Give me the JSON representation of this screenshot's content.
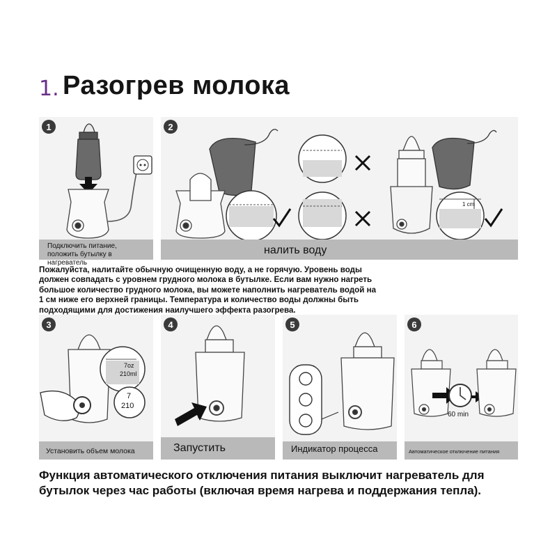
{
  "title": {
    "number": "1.",
    "text": "Разогрев молока"
  },
  "steps": [
    {
      "badge": "1",
      "caption_line1": "Подключить питание,",
      "caption_line2": "положить бутылку в нагреватель"
    },
    {
      "badge": "2",
      "caption": "налить воду"
    },
    {
      "badge": "3",
      "caption": "Установить объем молока",
      "callout_top_line1": "7oz",
      "callout_top_line2": "210ml",
      "callout_knob_line1": "7",
      "callout_knob_line2": "210"
    },
    {
      "badge": "4",
      "caption": "Запустить"
    },
    {
      "badge": "5",
      "caption": "Индикатор процесса"
    },
    {
      "badge": "6",
      "caption": "Автоматическое отключение питания",
      "timer_label": "60 min"
    }
  ],
  "step2_detail": {
    "gap_label": "1 cm"
  },
  "paragraph": "Пожалуйста, налитайте обычную очищенную воду, а не горячую. Уровень воды должен совпадать с уровнем грудного молока в бутылке. Если вам нужно нагреть большое количество грудного молока, вы можете наполнить нагреватель водой на 1 см ниже его верхней границы. Температура и количество воды должны быть подходящими для достижения наилучшего эффекта разогрева.",
  "footer": "Функция автоматического отключения питания выключит нагреватель для бутылок через час работы (включая время нагрева и поддержания тепла)."
}
